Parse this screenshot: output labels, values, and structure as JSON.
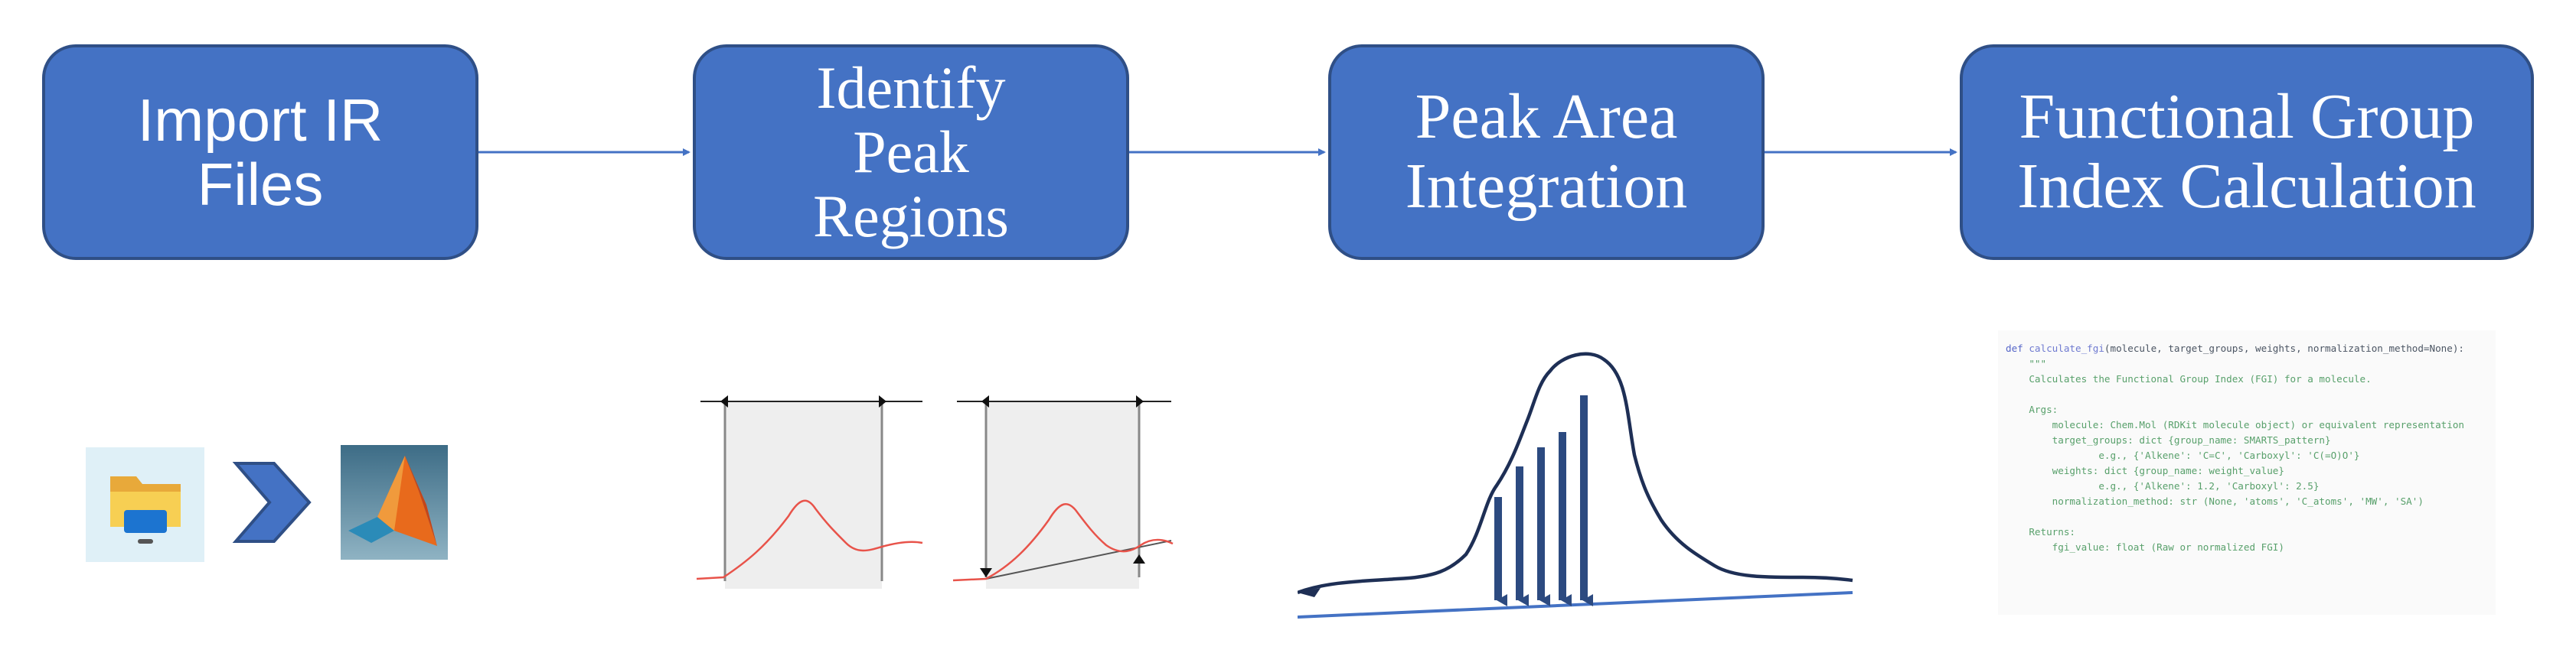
{
  "steps": [
    {
      "lines": [
        "Import IR",
        "Files"
      ]
    },
    {
      "lines": [
        "Identify",
        "Peak",
        "Regions"
      ]
    },
    {
      "lines": [
        "Peak Area",
        "Integration"
      ]
    },
    {
      "lines": [
        "Functional Group",
        "Index Calculation"
      ]
    }
  ],
  "icons": {
    "step1": [
      "folder-icon",
      "chevron-right-icon",
      "matlab-icon"
    ],
    "step2": [
      "peak-region-plot-icon",
      "peak-region-baseline-plot-icon"
    ],
    "step3": [
      "peak-area-integration-icon"
    ]
  },
  "code": {
    "signature_kw": "def ",
    "signature_fn": "calculate_fgi",
    "signature_args": "(molecule, target_groups, weights, normalization_method=None):",
    "docstring_open": "    \"\"\"",
    "line_1": "    Calculates the Functional Group Index (FGI) for a molecule.",
    "args_header": "    Args:",
    "arg_molecule": "        molecule: Chem.Mol (RDKit molecule object) or equivalent representation",
    "arg_target": "        target_groups: dict {group_name: SMARTS_pattern}",
    "arg_target_eg": "                e.g., {'Alkene': 'C=C', 'Carboxyl': 'C(=O)O'}",
    "arg_weights": "        weights: dict {group_name: weight_value}",
    "arg_weights_eg": "                e.g., {'Alkene': 1.2, 'Carboxyl': 2.5}",
    "arg_norm": "        normalization_method: str (None, 'atoms', 'C_atoms', 'MW', 'SA')",
    "returns_header": "    Returns:",
    "ret_value": "        fgi_value: float (Raw or normalized FGI)"
  },
  "colors": {
    "box_fill": "#4472c4",
    "box_border": "#2f4f86",
    "connector": "#4472c4",
    "curve": "#e8534a",
    "integration": "#2c4a80"
  }
}
